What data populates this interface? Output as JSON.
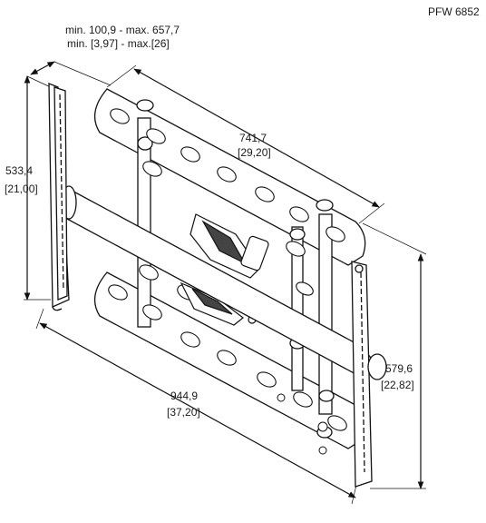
{
  "model": "PFW 6852",
  "depth": {
    "mm": "min. 100,9 - max. 657,7",
    "inch": "min. [3,97] - max.[26]"
  },
  "height_rail": {
    "mm": "533,4",
    "inch": "[21,00]"
  },
  "width_top": {
    "mm": "741,7",
    "inch": "[29,20]"
  },
  "width_bottom": {
    "mm": "944,9",
    "inch": "[37,20]"
  },
  "height_right": {
    "mm": "579,6",
    "inch": "[22,82]"
  }
}
